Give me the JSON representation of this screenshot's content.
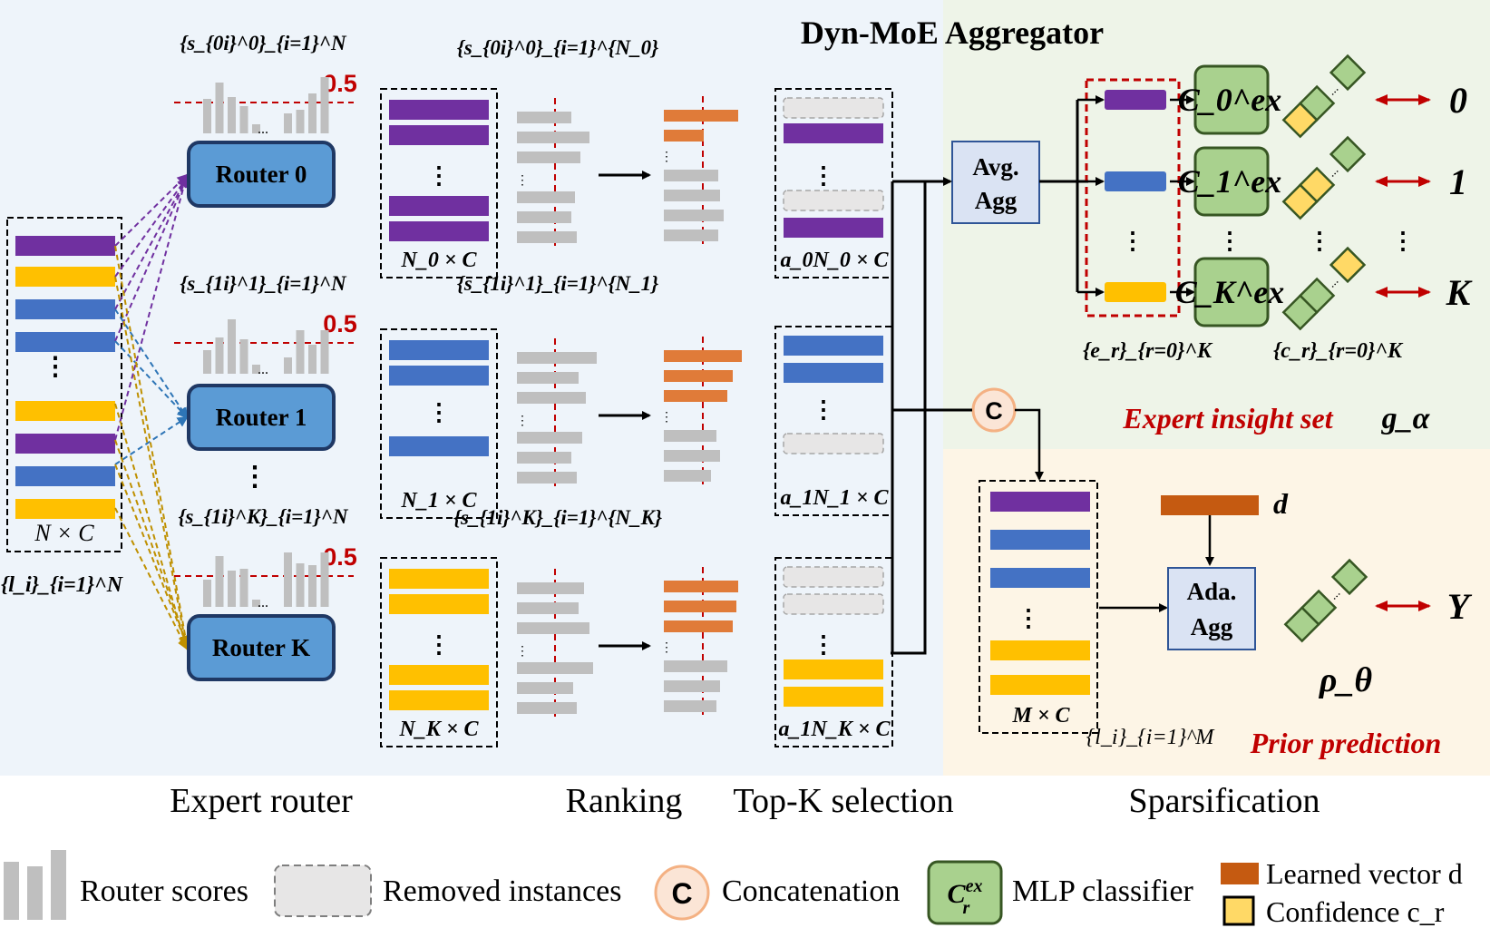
{
  "title": "Dyn-MoE Aggregator",
  "colors": {
    "purple": "#7030a0",
    "blue": "#4472c4",
    "yellow": "#ffc000",
    "orange": "#e07b39",
    "gray": "#bfbfbf",
    "router_fill": "#5b9bd5",
    "router_stroke": "#1f3864",
    "mlp_fill": "#a9d18e",
    "mlp_stroke": "#548235",
    "red": "#c00000",
    "light_blue_bg": "#eef4fa",
    "green_bg": "#eef4e8",
    "yellow_bg": "#fdf5e6",
    "learned_vector": "#c55a11"
  },
  "input": {
    "dim_label": "N × C",
    "set_label": "{l_i}_{i=1}^N",
    "bars": [
      "purple",
      "yellow",
      "blue",
      "blue",
      "yellow",
      "purple",
      "blue",
      "yellow"
    ]
  },
  "routers": [
    {
      "label": "Router 0",
      "score_label": "{s_{0i}^0}_{i=1}^N",
      "threshold": "0.5",
      "ranked_label": "{s_{0i}^0}_{i=1}^{N_0}",
      "box_dim": "N_0 × C",
      "topk_dim": "a_0N_0 × C",
      "color": "purple"
    },
    {
      "label": "Router 1",
      "score_label": "{s_{1i}^1}_{i=1}^N",
      "threshold": "0.5",
      "ranked_label": "{s_{1i}^1}_{i=1}^{N_1}",
      "box_dim": "N_1 × C",
      "topk_dim": "a_1N_1 × C",
      "color": "blue"
    },
    {
      "label": "Router K",
      "score_label": "{s_{1i}^K}_{i=1}^N",
      "threshold": "0.5",
      "ranked_label": "{s_{1i}^K}_{i=1}^{N_K}",
      "box_dim": "N_K × C",
      "topk_dim": "a_1N_K × C",
      "color": "yellow"
    }
  ],
  "avg_agg": [
    "Avg.",
    "Agg"
  ],
  "ada_agg": [
    "Ada.",
    "Agg"
  ],
  "experts": [
    {
      "mlp_label": "C_0^ex",
      "target": "0",
      "color": "purple"
    },
    {
      "mlp_label": "C_1^ex",
      "target": "1",
      "color": "blue"
    },
    {
      "mlp_label": "C_K^ex",
      "target": "K",
      "color": "yellow"
    }
  ],
  "expert_set_label": "{e_r}_{r=0}^K",
  "confidence_set_label": "{c_r}_{r=0}^K",
  "expert_insight_label": "Expert insight set",
  "g_alpha": "g_α",
  "concat_symbol": "C",
  "learned_vector_label": "d",
  "prior_box_dim": "M × C",
  "prior_set_label": "{l_i}_{i=1}^M",
  "prior_target": "Y",
  "rho_theta": "ρ_θ",
  "prior_prediction_label": "Prior prediction",
  "ellipsis": "⋮",
  "ellipsis_h": "...",
  "sections": [
    "Expert router",
    "Ranking",
    "Top-K selection",
    "Sparsification"
  ],
  "legend": {
    "router_scores": "Router scores",
    "removed_instances": "Removed instances",
    "concatenation": "Concatenation",
    "mlp_classifier": "MLP classifier",
    "learned_vector": "Learned vector d",
    "confidence": "Confidence c_r"
  }
}
